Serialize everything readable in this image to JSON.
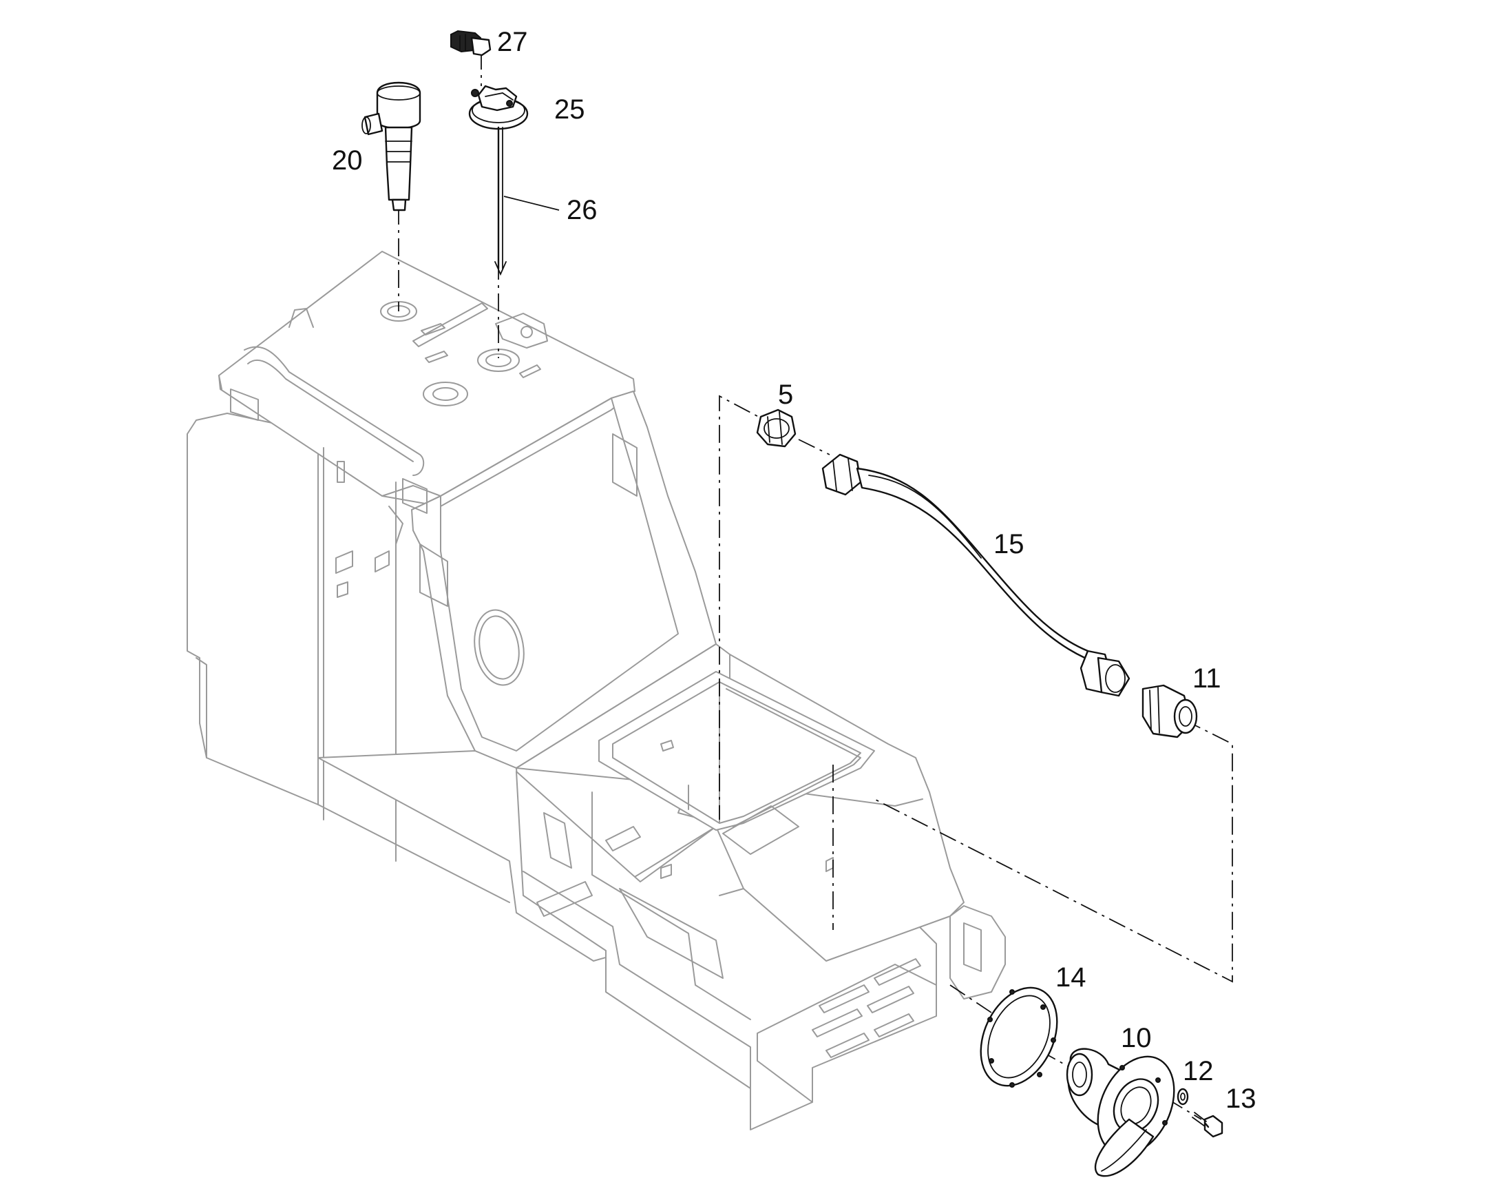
{
  "callouts": {
    "c5": "5",
    "c10": "10",
    "c11": "11",
    "c12": "12",
    "c13": "13",
    "c14": "14",
    "c15": "15",
    "c20": "20",
    "c25": "25",
    "c26": "26",
    "c27": "27"
  },
  "colors": {
    "background": "#ffffff",
    "highlighted_parts": "#111111",
    "frame_outline": "#9a9a9a"
  }
}
